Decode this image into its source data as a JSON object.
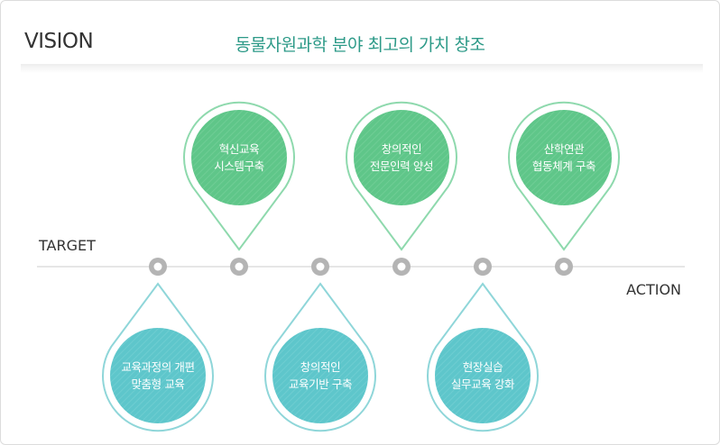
{
  "header": {
    "vision_label": "VISION",
    "vision_text": "동물자원과학 분야 최고의 가치 창조"
  },
  "axis": {
    "target_label": "TARGET",
    "action_label": "ACTION"
  },
  "colors": {
    "top_fill": "#5fc689",
    "top_border": "#8ed9ad",
    "bottom_fill": "#5ec6cb",
    "bottom_border": "#8fd6d9",
    "vision_text": "#2d9a88",
    "node": "#b4b4b4"
  },
  "top_pins": [
    {
      "line1": "혁신교육",
      "line2": "시스템구축"
    },
    {
      "line1": "창의적인",
      "line2": "전문인력 양성"
    },
    {
      "line1": "산학연관",
      "line2": "협동체계 구축"
    }
  ],
  "bottom_pins": [
    {
      "line1": "교육과정의 개편",
      "line2": "맞춤형 교육"
    },
    {
      "line1": "창의적인",
      "line2": "교육기반 구축"
    },
    {
      "line1": "현장실습",
      "line2": "실무교육 강화"
    }
  ]
}
